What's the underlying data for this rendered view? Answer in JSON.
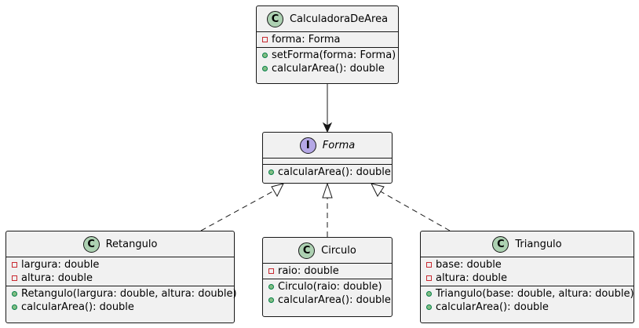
{
  "classes": {
    "calculadora": {
      "name": "CalculadoraDeArea",
      "fields": [
        "forma: Forma"
      ],
      "methods": [
        "setForma(forma: Forma)",
        "calcularArea(): double"
      ]
    },
    "forma": {
      "name": "Forma",
      "methods": [
        "calcularArea(): double"
      ]
    },
    "retangulo": {
      "name": "Retangulo",
      "fields": [
        "largura: double",
        "altura: double"
      ],
      "methods": [
        "Retangulo(largura: double, altura: double)",
        "calcularArea(): double"
      ]
    },
    "circulo": {
      "name": "Circulo",
      "fields": [
        "raio: double"
      ],
      "methods": [
        "Circulo(raio: double)",
        "calcularArea(): double"
      ]
    },
    "triangulo": {
      "name": "Triangulo",
      "fields": [
        "base: double",
        "altura: double"
      ],
      "methods": [
        "Triangulo(base: double, altura: double)",
        "calcularArea(): double"
      ]
    }
  },
  "badges": {
    "class": "C",
    "interface": "I"
  },
  "colors": {
    "class_badge": "#add1b2",
    "interface_badge": "#b4a7e5",
    "box_fill": "#f1f1f1",
    "line": "#181818",
    "private_marker": "#c82930",
    "public_marker": "#84be84"
  }
}
